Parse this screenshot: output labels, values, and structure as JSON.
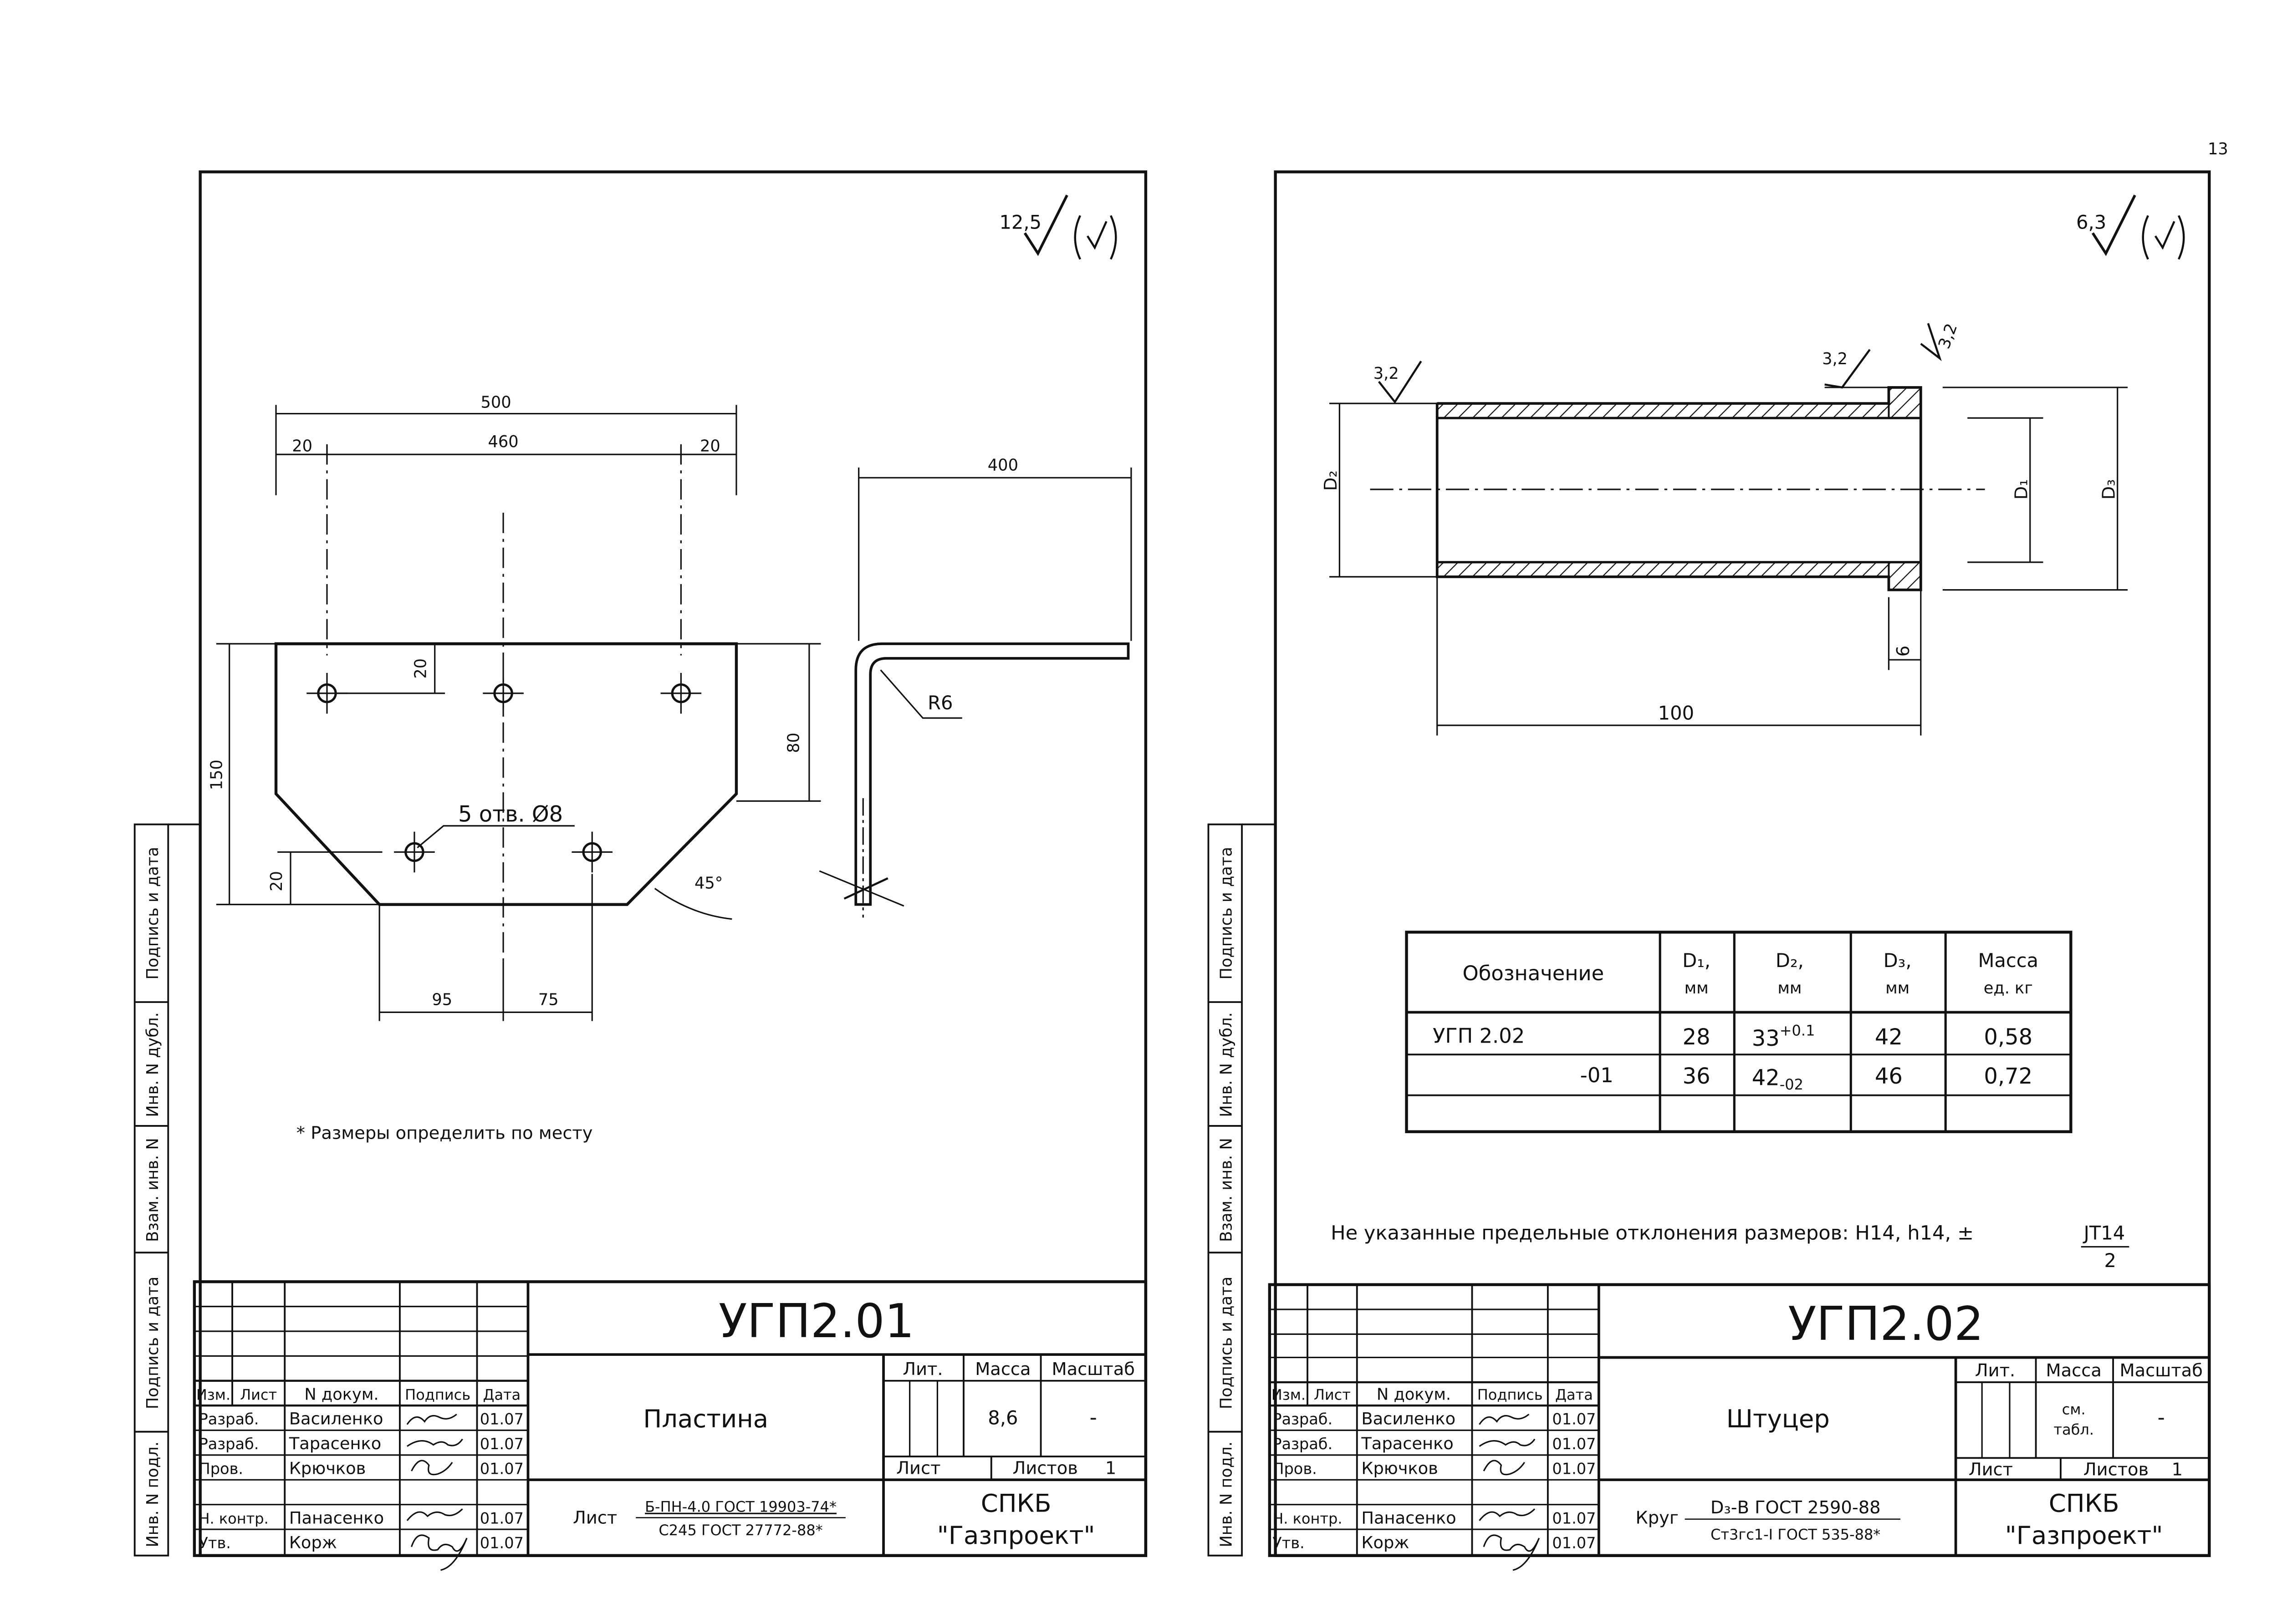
{
  "page_number": "13",
  "common": {
    "stamp_header": [
      "Изм.",
      "Лист",
      "N докум.",
      "Подпись",
      "Дата"
    ],
    "roles": [
      "Разраб.",
      "Разраб.",
      "Пров.",
      "",
      "Н. контр.",
      "Утв."
    ],
    "names": [
      "Василенко",
      "Тарасенко",
      "Крючков",
      "",
      "Панасенко",
      "Корж"
    ],
    "dates": [
      "01.07",
      "01.07",
      "01.07",
      "",
      "01.07",
      "01.07"
    ],
    "side_labels": [
      "Инв. N подл.",
      "Подпись и дата",
      "Взам. инв. N",
      "Инв. N дубл.",
      "Подпись и дата"
    ],
    "lit_label": "Лит.",
    "mass_label": "Масса",
    "scale_label": "Масштаб",
    "sheet_label": "Лист",
    "sheets_label": "Листов",
    "sheets_value": "1",
    "org_line1": "СПКБ",
    "org_line2": "\"Газпроект\""
  },
  "drawing_left": {
    "code": "УГП2.01",
    "part_name": "Пластина",
    "mass_value": "8,6",
    "scale_value": "-",
    "roughness": "12,5",
    "material_prefix": "Лист",
    "material_line1": "Б-ПН-4.0  ГОСТ 19903-74*",
    "material_line2": "С245  ГОСТ 27772-88*",
    "dims": {
      "overall_width": "500",
      "hole_span": "460",
      "edge_left": "20",
      "edge_right": "20",
      "hole_row_offset": "20",
      "height": "150",
      "upper_height": "80",
      "lower_offset": "20",
      "lower_spacing_left": "95",
      "lower_spacing_right": "75",
      "bend_length": "400",
      "bend_radius": "R6",
      "chamfer_angle": "45°",
      "holes_note": "5 отв. Ø8"
    },
    "note": "* Размеры определить по месту"
  },
  "drawing_right": {
    "code": "УГП2.02",
    "part_name": "Штуцер",
    "mass_value_line1": "см.",
    "mass_value_line2": "табл.",
    "scale_value": "-",
    "roughness": "6,3",
    "surface_finish_marks": [
      "3,2",
      "3,2",
      "3,2"
    ],
    "material_prefix": "Круг",
    "material_line1": "D₃-В  ГОСТ 2590-88",
    "material_line2": "Ст3гс1-I  ГОСТ 535-88*",
    "dims": {
      "length": "100",
      "collar": "6",
      "d1": "D₁",
      "d2": "D₂",
      "d3": "D₃"
    },
    "table": {
      "headers": [
        {
          "main": "Обозначение",
          "sub": ""
        },
        {
          "main": "D₁,",
          "sub": "мм"
        },
        {
          "main": "D₂,",
          "sub": "мм"
        },
        {
          "main": "D₃,",
          "sub": "мм"
        },
        {
          "main": "Масса",
          "sub": "ед. кг"
        }
      ],
      "rows": [
        {
          "designation": "УГП 2.02",
          "d1": "28",
          "d2_base": "33",
          "d2_tol": "+0.1",
          "d3": "42",
          "mass": "0,58"
        },
        {
          "designation": "-01",
          "d1": "36",
          "d2_base": "42",
          "d2_tol": "-02",
          "d3": "46",
          "mass": "0,72"
        }
      ]
    },
    "tolerance_note": "Не указанные предельные отклонения размеров: H14, h14, ±",
    "tolerance_fraction_top": "JT14",
    "tolerance_fraction_bottom": "2"
  }
}
